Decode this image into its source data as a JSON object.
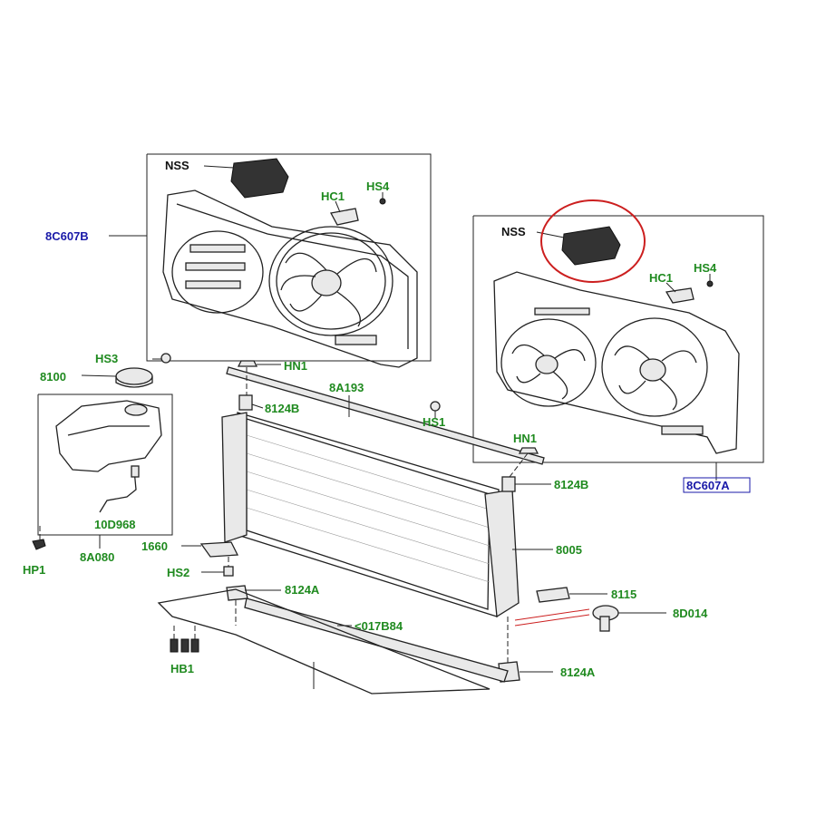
{
  "callouts": {
    "nss_left": "NSS",
    "hc1_left": "HC1",
    "hs4_left": "HS4",
    "fan_assy_b": "8C607B",
    "nss_right": "NSS",
    "hc1_right": "HC1",
    "hs4_right": "HS4",
    "fan_assy_a": "8C607A",
    "hs3": "HS3",
    "cap_8100": "8100",
    "hn1_top": "HN1",
    "seal_8a193": "8A193",
    "bracket_8124b_left": "8124B",
    "hs1": "HS1",
    "hn1_right": "HN1",
    "bracket_8124b_right": "8124B",
    "sensor_10d968": "10D968",
    "hp1": "HP1",
    "reservoir_8a080": "8A080",
    "bracket_1660": "1660",
    "radiator_8005": "8005",
    "hs2": "HS2",
    "mount_8124a_top": "8124A",
    "sensor_8115": "8115",
    "seal_017b84": "<017B84",
    "plug_8d014": "8D014",
    "hb1": "HB1",
    "mount_8124a_bottom": "8124A"
  },
  "colors": {
    "part_number": "#1f8a1f",
    "assembly_link": "#1a1aa8",
    "highlight_circle": "#cc1f1f",
    "line_art": "#222222"
  }
}
